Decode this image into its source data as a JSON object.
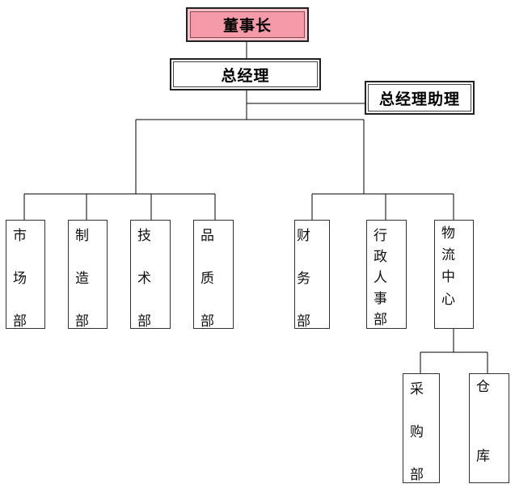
{
  "chairman": "董事长",
  "general_manager": "总经理",
  "gm_assistant": "总经理助理",
  "departments": {
    "marketing": "市\n\n场\n\n部",
    "manufacturing": "制\n\n造\n\n部",
    "technology": "技\n\n术\n\n部",
    "quality": "品\n\n质\n\n部",
    "finance": "财\n\n务\n\n部",
    "admin_hr": "行\n政\n人\n事\n部",
    "logistics": "物\n\n流\n\n中\n\n心",
    "purchasing": "采\n\n购\n\n部",
    "warehouse": "仓\n\n\n\n库"
  }
}
